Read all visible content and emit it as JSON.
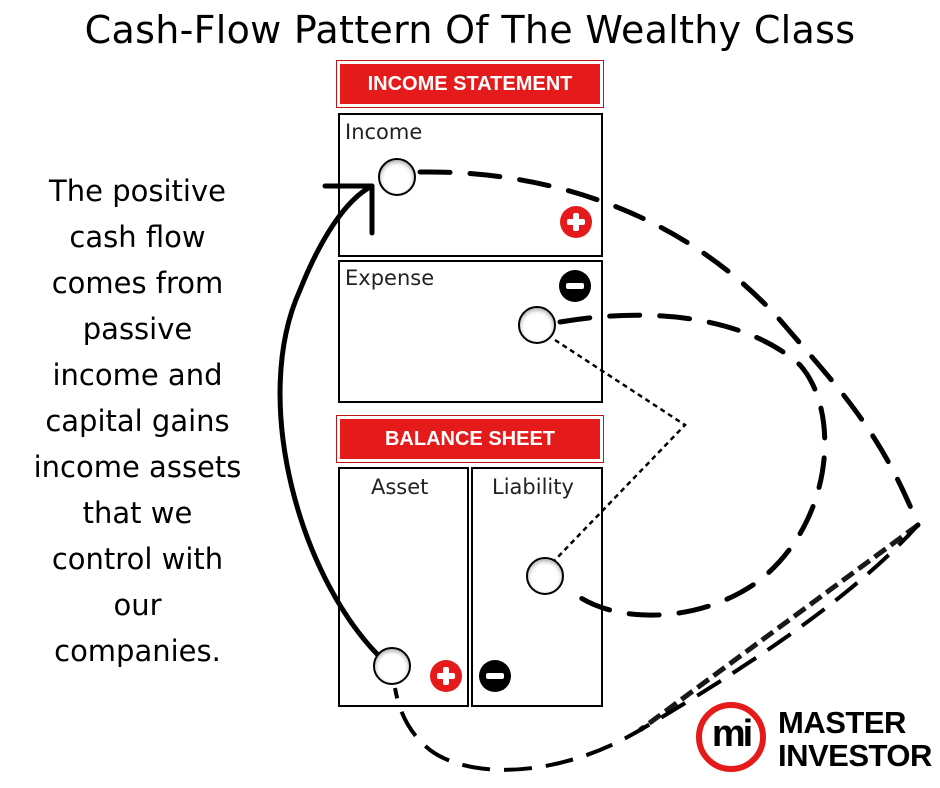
{
  "title": "Cash-Flow Pattern Of The Wealthy Class",
  "description": "The positive cash flow comes from passive income and capital gains income assets that we control with our companies.",
  "income_statement": {
    "header": "INCOME STATEMENT",
    "income_label": "Income",
    "expense_label": "Expense",
    "income_sign": "plus",
    "expense_sign": "minus"
  },
  "balance_sheet": {
    "header": "BALANCE SHEET",
    "asset_label": "Asset",
    "liability_label": "Liability",
    "asset_sign": "plus",
    "liability_sign": "minus"
  },
  "logo": {
    "mark": "mi",
    "line1": "MASTER",
    "line2": "INVESTOR"
  },
  "colors": {
    "accent_red": "#e51b1b",
    "ink": "#000000"
  }
}
